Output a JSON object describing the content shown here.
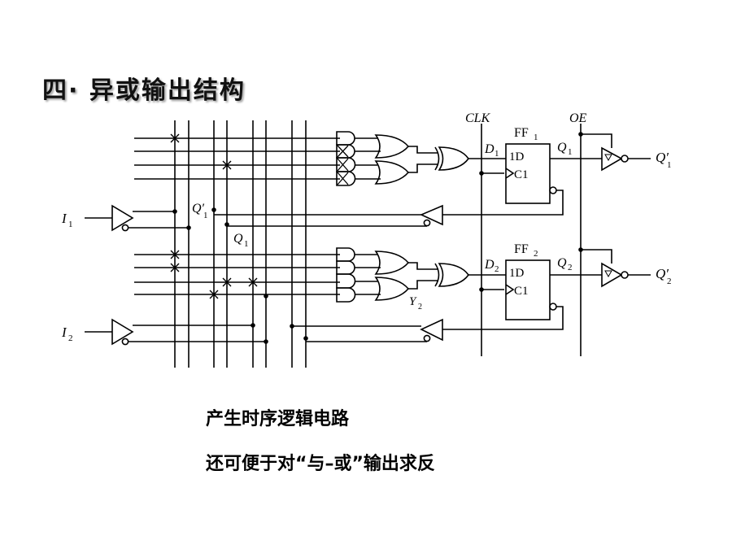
{
  "slide": {
    "title": "四· 异或输出结构",
    "bullets": [
      "产生时序逻辑电路",
      "还可便于对“与–或”输出求反"
    ]
  },
  "diagram": {
    "labels": {
      "clk": "CLK",
      "oe": "OE",
      "ff1": "FF",
      "ff1_sub": "1",
      "ff2": "FF",
      "ff2_sub": "2",
      "d1": "D",
      "d1_sub": "1",
      "d2": "D",
      "d2_sub": "2",
      "q1": "Q",
      "q1_sub": "1",
      "q2": "Q",
      "q2_sub": "2",
      "q1p_out": "Q′",
      "q1p_out_sub": "1",
      "q2p_out": "Q′",
      "q2p_out_sub": "2",
      "q1p_fb": "Q′",
      "q1p_fb_sub": "1",
      "q1_fb": "Q",
      "q1_fb_sub": "1",
      "i1": "I",
      "i1_sub": "1",
      "i2": "I",
      "i2_sub": "2",
      "y2": "Y",
      "y2_sub": "2",
      "ff_1d": "1D",
      "ff_c1": "C1"
    }
  }
}
